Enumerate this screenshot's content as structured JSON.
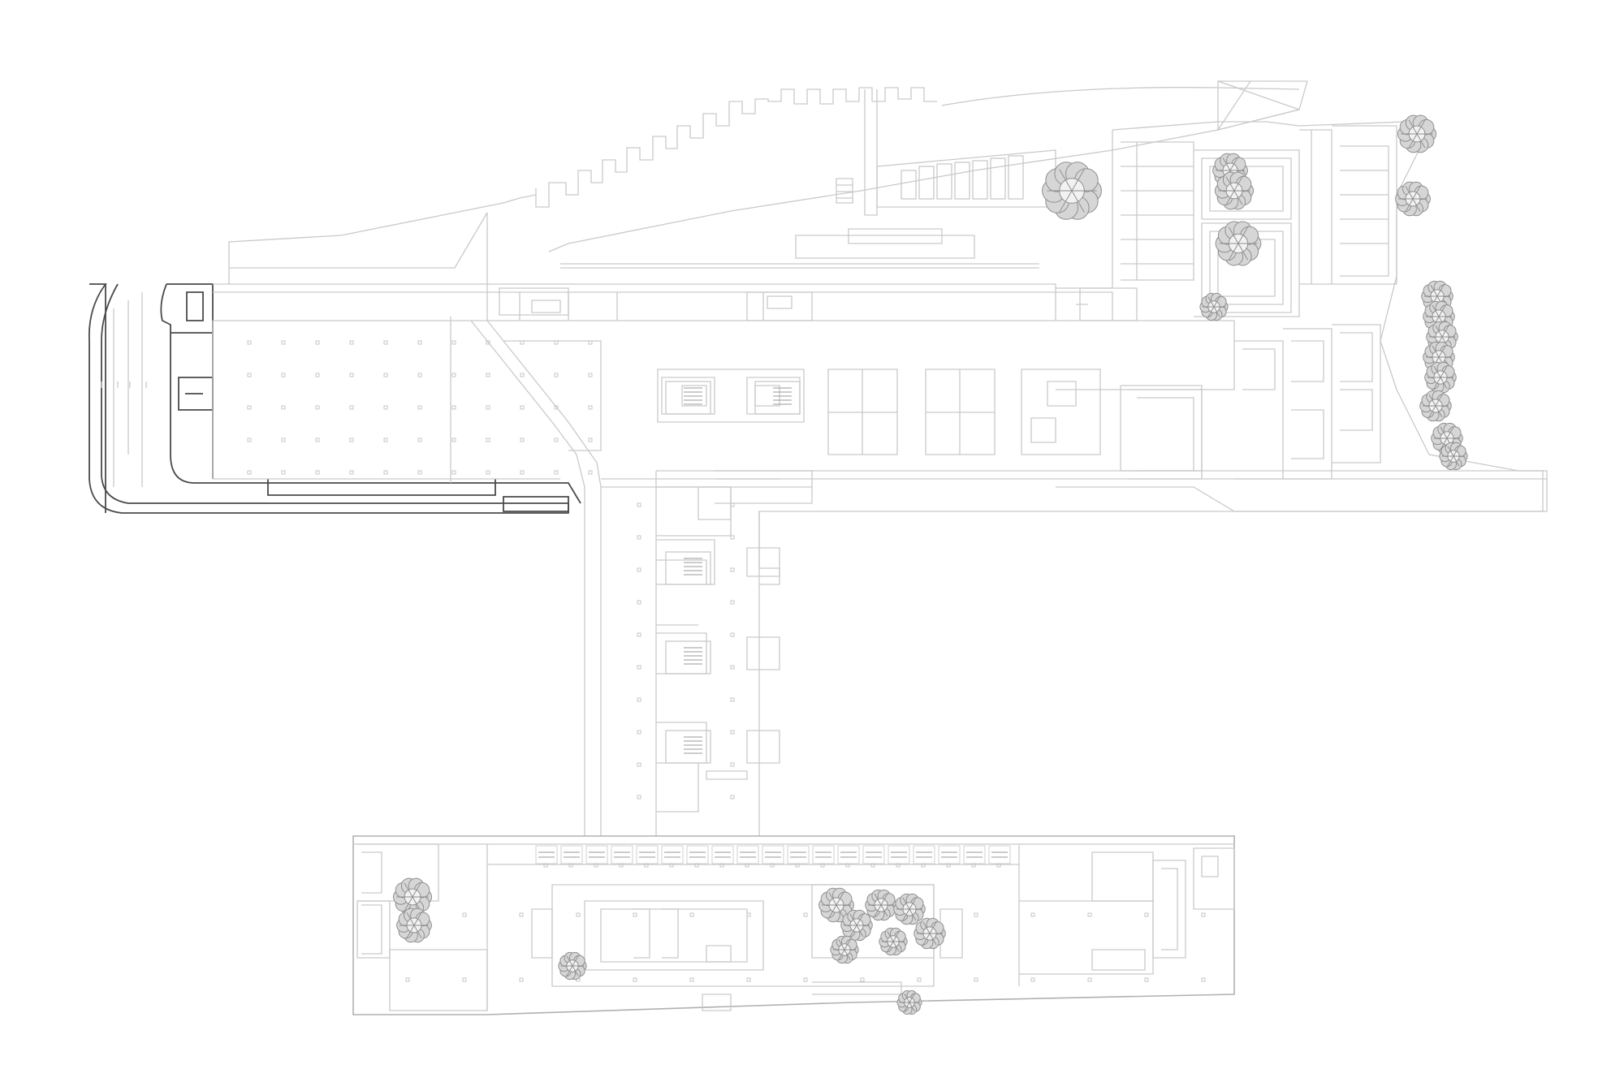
{
  "drawing": {
    "type": "architectural floor plan",
    "colors": {
      "background": "#ffffff",
      "wall_line": "#c9c9c9",
      "highlight_wall": "#4a4a4a",
      "tree_fill": "#d6d6d6",
      "tree_outline": "#8f8f8f"
    },
    "elements": [
      "garage-ramp",
      "sawtooth-roof",
      "main-hall",
      "courtyard-block",
      "central-spine",
      "south-wing",
      "tree-clusters"
    ]
  }
}
